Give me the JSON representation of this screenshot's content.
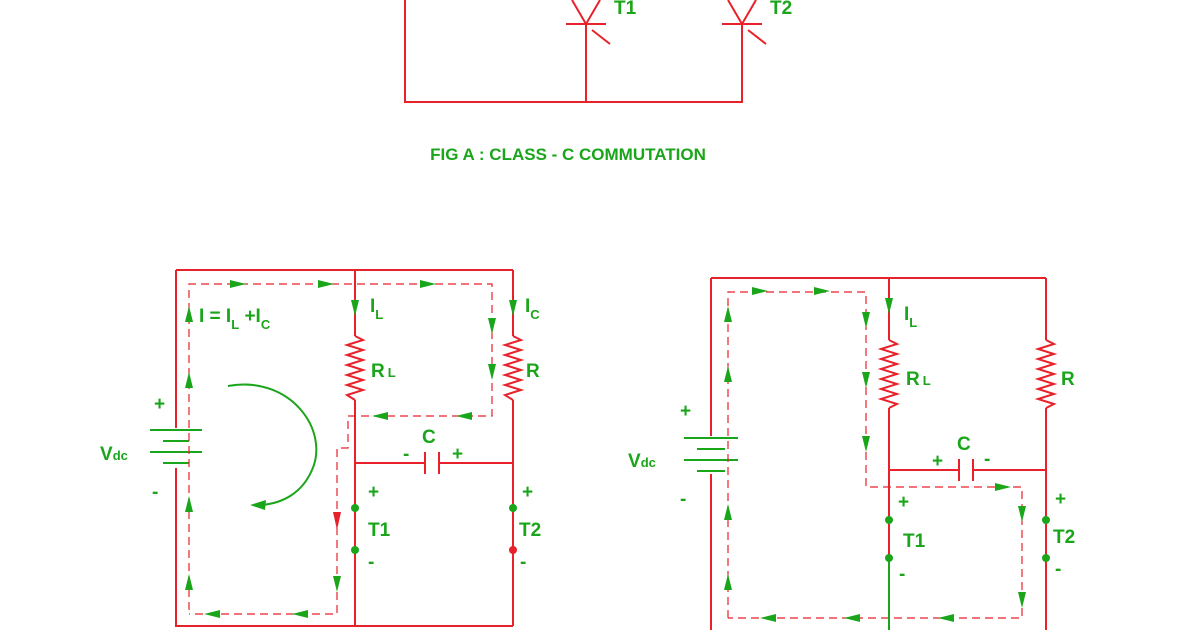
{
  "caption": "FIG A : CLASS - C COMMUTATION",
  "top_fragment": {
    "t1": "T1",
    "t2": "T2"
  },
  "circuit_left": {
    "current_total": "I = I",
    "current_total_sub1": "L",
    "current_total_plus": " +I",
    "current_total_sub2": "C",
    "il": "I",
    "il_sub": "L",
    "ic": "I",
    "ic_sub": "C",
    "rl": "R",
    "rl_sub": "L",
    "r": "R",
    "c": "C",
    "c_minus": "-",
    "c_plus": "+",
    "vdc": "V",
    "vdc_sub": "dc",
    "v_plus": "+",
    "v_minus": "-",
    "t1": "T1",
    "t1_plus": "+",
    "t1_minus": "-",
    "t2": "T2",
    "t2_plus": "+",
    "t2_minus": "-"
  },
  "circuit_right": {
    "il": "I",
    "il_sub": "L",
    "rl": "R",
    "rl_sub": "L",
    "r": "R",
    "c": "C",
    "c_plus": "+",
    "c_minus": "-",
    "vdc": "V",
    "vdc_sub": "dc",
    "v_plus": "+",
    "v_minus": "-",
    "t1": "T1",
    "t1_plus": "+",
    "t1_minus": "-",
    "t2": "T2",
    "t2_plus": "+",
    "t2_minus": "-"
  },
  "colors": {
    "wire": "#e8212a",
    "label": "#1aa51a"
  }
}
